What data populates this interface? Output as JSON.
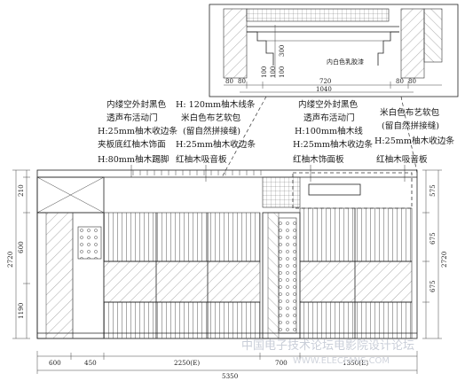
{
  "detail": {
    "dim_top_300": "300",
    "dim_100": "100",
    "dim_100b": "100",
    "dim_100c": "100",
    "dim_80a": "80",
    "dim_80b": "80",
    "dim_80c": "80",
    "dim_80d": "80",
    "dim_720": "720",
    "dim_1040": "1040",
    "note": "内白色乳胶漆"
  },
  "labels_left": [
    "内缕空外封黑色",
    "透声布活动门",
    "H:25mm柚木收边条",
    "夹板底红柚木饰面",
    "H:80mm柚木踢脚"
  ],
  "labels_mid": [
    "H: 120mm柚木线条",
    "米白色布艺软包",
    "(留自然拼接缝)",
    "H:25mm柚木收边条",
    "红柚木吸音板"
  ],
  "labels_right1": [
    "内缕空外封黑色",
    "透声布活动门",
    "H:100mm柚木线",
    "H:25mm柚木收边条",
    "红柚木饰面板"
  ],
  "labels_right2": [
    "米白色布艺软包",
    "(留自然拼接缝)",
    "H:25mm柚木收边条",
    "红柚木吸音板"
  ],
  "dims_left": [
    "210",
    "2720",
    "600",
    "1190"
  ],
  "dims_right": [
    "575",
    "675",
    "2720",
    "675"
  ],
  "dims_bottom": [
    "600",
    "450",
    "2250(E)",
    "700",
    "1350(E)",
    "5350"
  ],
  "watermark": {
    "line1": "中国电子技术论坛电影院设计论坛",
    "line2": "WWW.ELECFANS.COM"
  }
}
